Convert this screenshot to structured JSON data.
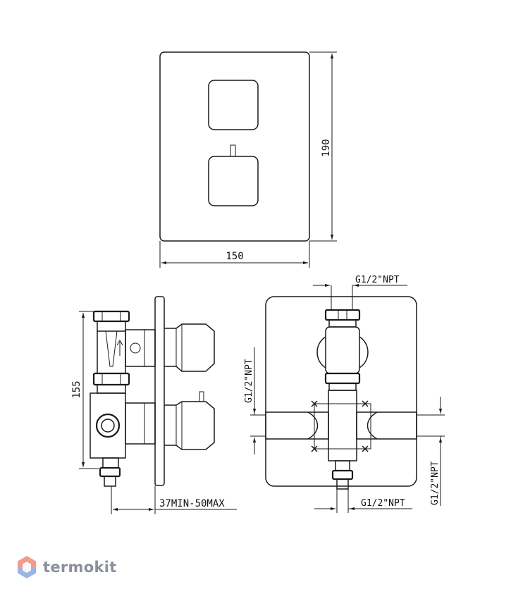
{
  "dimensions": {
    "front_height": "190",
    "front_width": "150",
    "side_height": "155",
    "side_depth": "37MIN-50MAX",
    "thread_top": "G1/2\"NPT",
    "thread_left": "G1/2\"NPT",
    "thread_right": "G1/2\"NPT",
    "thread_bottom": "G1/2\"NPT"
  },
  "brand": {
    "name": "termokit",
    "colors": {
      "top": "#f29b8f",
      "bottom": "#9fb4e6",
      "text": "#8a8f99"
    }
  }
}
